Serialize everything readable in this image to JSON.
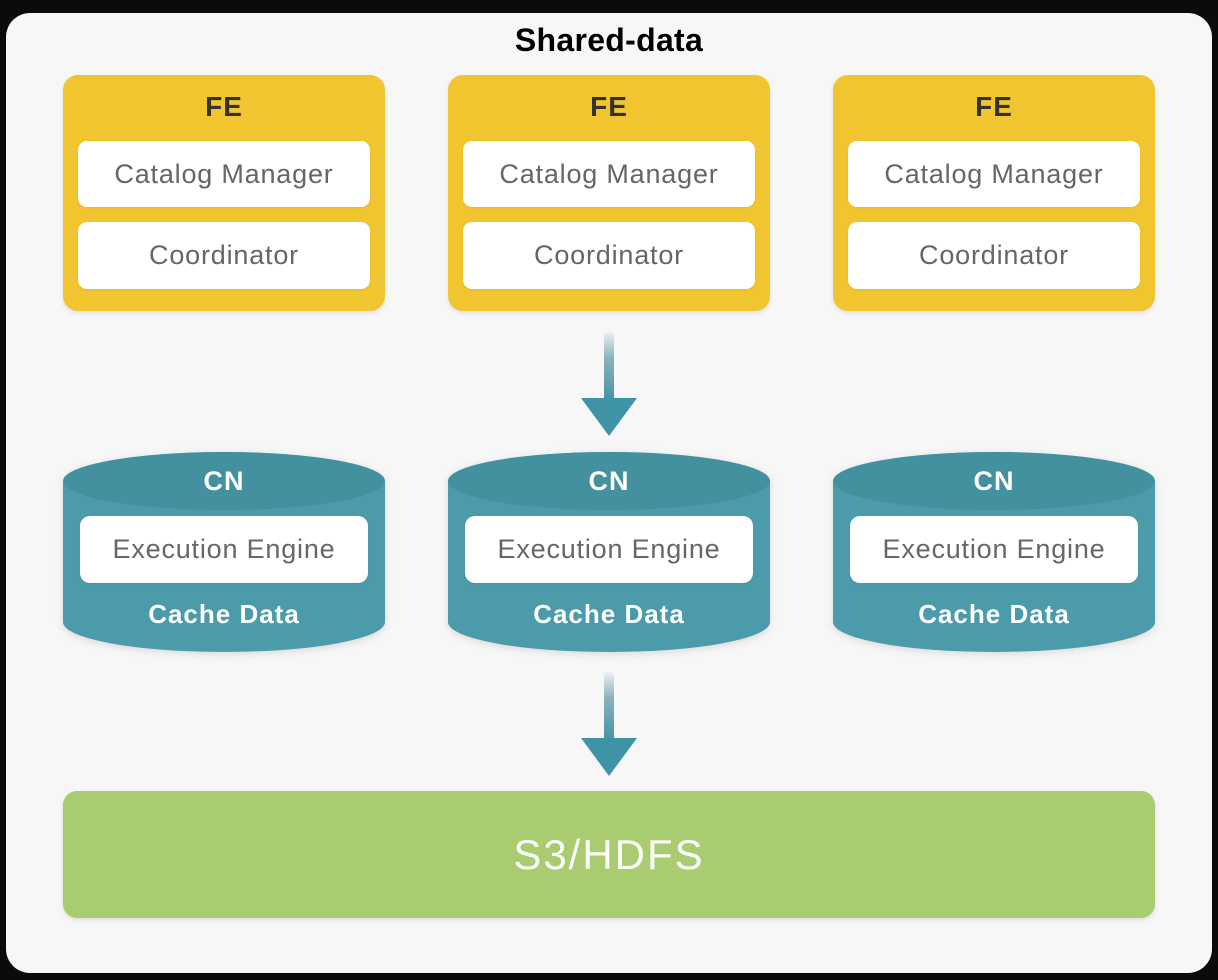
{
  "title": "Shared-data",
  "architecture": {
    "fe_nodes": [
      {
        "label": "FE",
        "components": [
          "Catalog Manager",
          "Coordinator"
        ]
      },
      {
        "label": "FE",
        "components": [
          "Catalog Manager",
          "Coordinator"
        ]
      },
      {
        "label": "FE",
        "components": [
          "Catalog Manager",
          "Coordinator"
        ]
      }
    ],
    "cn_nodes": [
      {
        "label": "CN",
        "engine": "Execution Engine",
        "cache": "Cache Data"
      },
      {
        "label": "CN",
        "engine": "Execution Engine",
        "cache": "Cache Data"
      },
      {
        "label": "CN",
        "engine": "Execution Engine",
        "cache": "Cache Data"
      }
    ],
    "storage_label": "S3/HDFS"
  },
  "icons": {
    "flow_arrow": "down-arrow"
  },
  "colors": {
    "page-bg": "#0B0B0B",
    "panel-bg": "#F7F7F8",
    "fe-fill": "#F0C52F",
    "fe-label-text": "#333333",
    "component-text": "#646669",
    "cn-fill": "#4C9BAA",
    "cn-top-fill": "#43919F",
    "arrow": "#3E93A6",
    "storage-fill": "#A9CC70",
    "title-text": "#000000"
  }
}
